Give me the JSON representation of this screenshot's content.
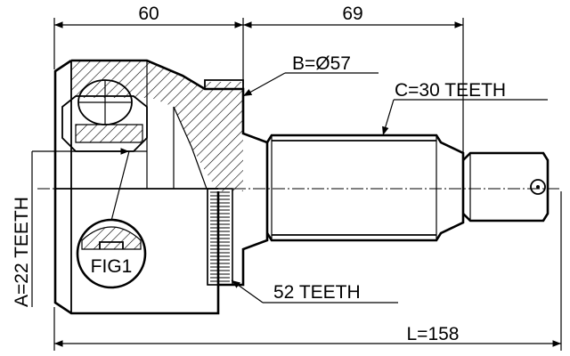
{
  "dimensions": {
    "left_length": "60",
    "right_length": "69",
    "diameter_b": "B=Ø57",
    "teeth_c": "C=30 TEETH",
    "teeth_a": "A=22 TEETH",
    "abs_ring": "52 TEETH",
    "total_length": "L=158"
  },
  "figure_label": "FIG1"
}
